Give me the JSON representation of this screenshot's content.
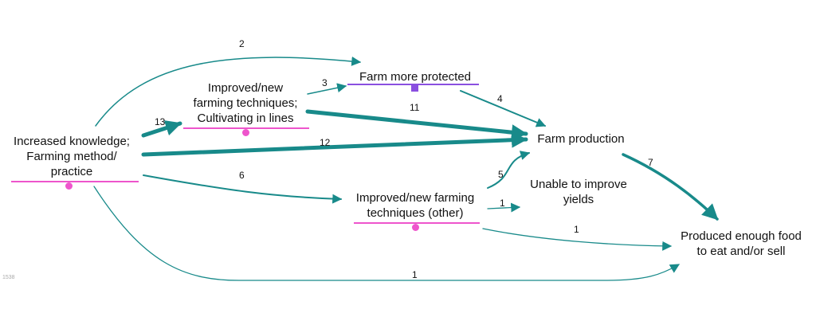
{
  "nodes": {
    "knowledge": {
      "lines": [
        "Increased knowledge;",
        "Farming method/",
        "practice"
      ]
    },
    "techniques_lines": {
      "lines": [
        "Improved/new",
        "farming techniques;",
        "Cultivating in lines"
      ]
    },
    "protected": {
      "lines": [
        "Farm more protected"
      ]
    },
    "production": {
      "lines": [
        "Farm production"
      ]
    },
    "unable": {
      "lines": [
        "Unable to improve",
        "yields"
      ]
    },
    "techniques_other": {
      "lines": [
        "Improved/new farming",
        "techniques (other)"
      ]
    },
    "food": {
      "lines": [
        "Produced enough food",
        "to eat and/or sell"
      ]
    }
  },
  "edges": [
    {
      "id": "knowledge-protected",
      "label": "2"
    },
    {
      "id": "techlines-protected",
      "label": "3"
    },
    {
      "id": "protected-production",
      "label": "4"
    },
    {
      "id": "knowledge-techlines",
      "label": "13"
    },
    {
      "id": "techlines-production",
      "label": "11"
    },
    {
      "id": "knowledge-production",
      "label": "12"
    },
    {
      "id": "knowledge-techother",
      "label": "6"
    },
    {
      "id": "techother-production",
      "label": "5"
    },
    {
      "id": "techother-unable",
      "label": "1"
    },
    {
      "id": "techother-food",
      "label": "1"
    },
    {
      "id": "production-food",
      "label": "7"
    },
    {
      "id": "knowledge-food",
      "label": "1"
    }
  ],
  "colors": {
    "arrow": "#188a8a",
    "pink": "#ee55cc",
    "purple": "#8a4fe0"
  },
  "footnote": "1538"
}
